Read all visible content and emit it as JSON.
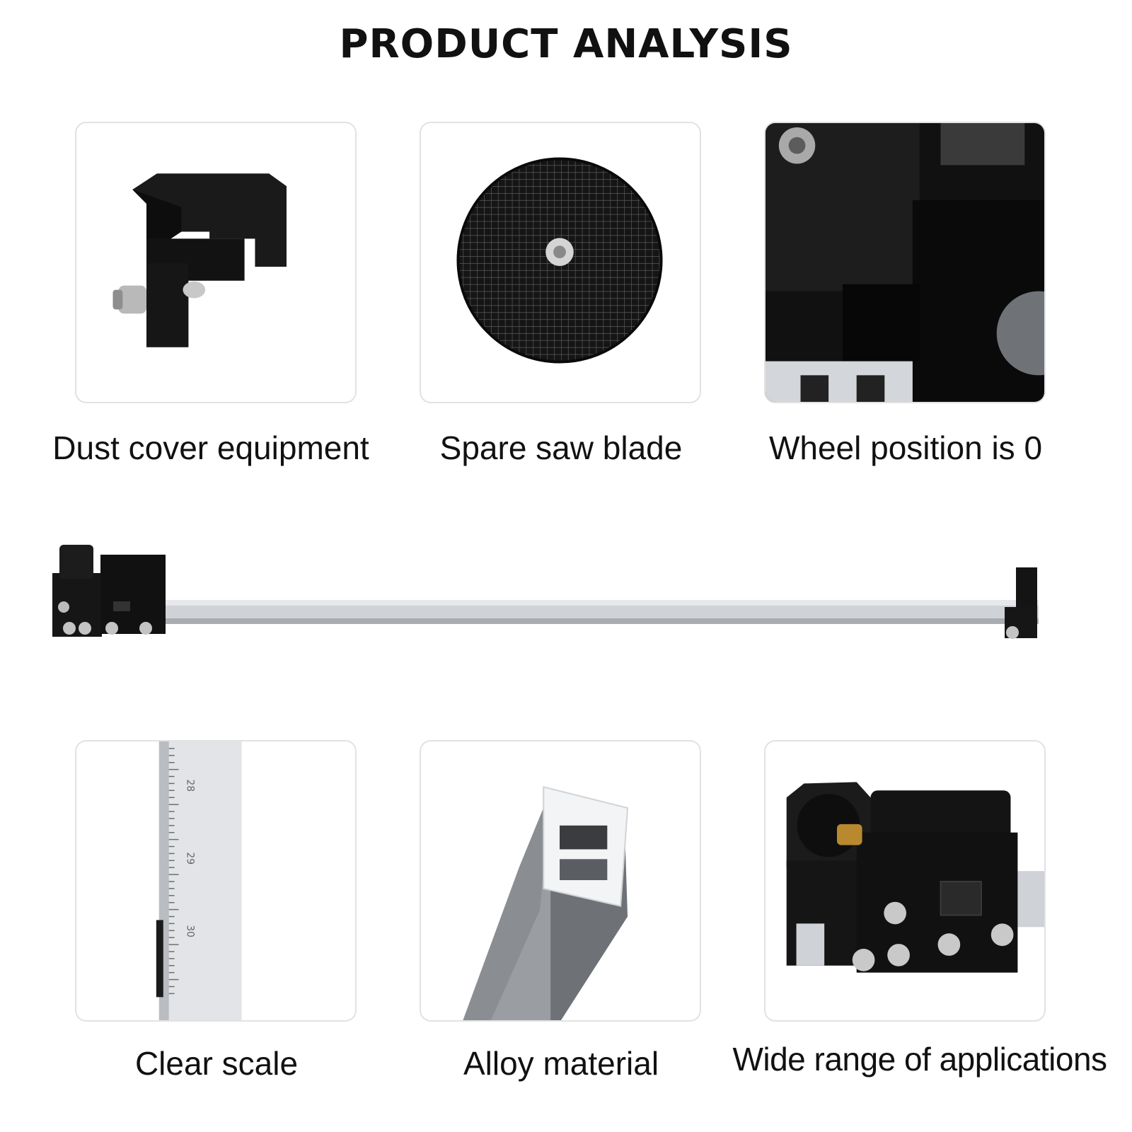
{
  "header": {
    "title": "PRODUCT ANALYSIS"
  },
  "features": [
    {
      "caption": "Dust cover equipment",
      "icon": "dust-cover-photo"
    },
    {
      "caption": "Spare saw blade",
      "icon": "saw-blade-photo"
    },
    {
      "caption": "Wheel position is 0",
      "icon": "wheel-position-photo"
    },
    {
      "caption": "Clear scale",
      "icon": "scale-ruler-photo",
      "scale_marks": [
        "28",
        "29",
        "30"
      ]
    },
    {
      "caption": "Alloy material",
      "icon": "alloy-profile-photo"
    },
    {
      "caption": "Wide range of applications",
      "icon": "cutter-head-photo"
    }
  ],
  "colors": {
    "plastic": "#151515",
    "aluminum": "#c9ccd0",
    "border": "#e2e2e2"
  }
}
